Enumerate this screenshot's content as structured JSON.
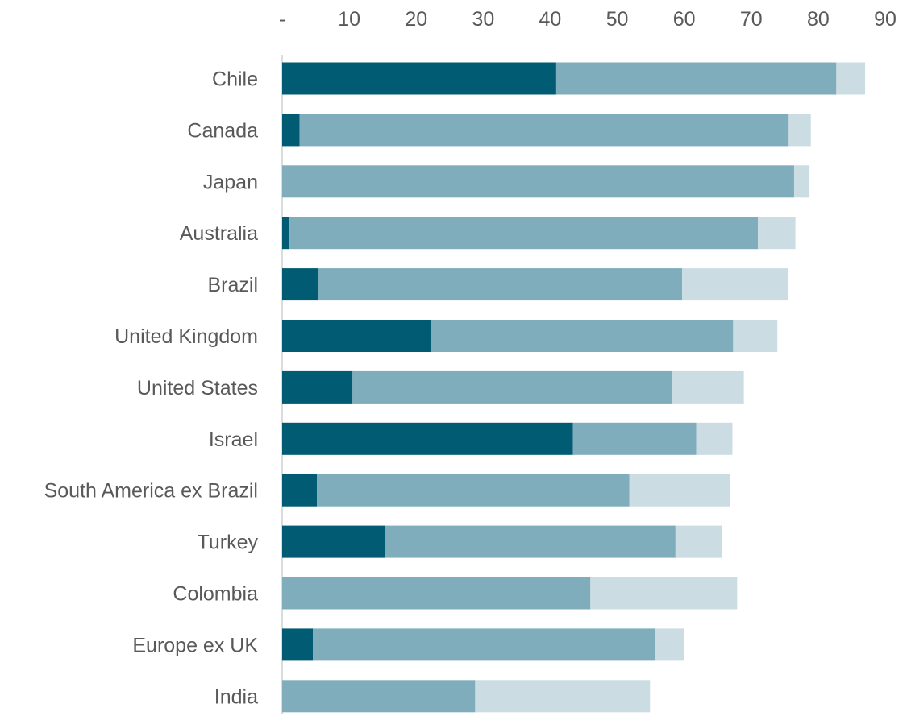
{
  "chart_data": {
    "type": "bar",
    "orientation": "horizontal",
    "stacked": true,
    "title": "",
    "xlabel": "",
    "ylabel": "",
    "x_ticks": [
      "-",
      "10",
      "20",
      "30",
      "40",
      "50",
      "60",
      "70",
      "80",
      "90"
    ],
    "x_tick_values": [
      0,
      10,
      20,
      30,
      40,
      50,
      60,
      70,
      80,
      90
    ],
    "xlim": [
      0,
      90
    ],
    "x_axis_position": "top",
    "grid": false,
    "legend": "none",
    "categories": [
      "Chile",
      "Canada",
      "Japan",
      "Australia",
      "Brazil",
      "United Kingdom",
      "United States",
      "Israel",
      "South America ex Brazil",
      "Turkey",
      "Colombia",
      "Europe ex UK",
      "India"
    ],
    "series": [
      {
        "values": [
          40.9,
          2.6,
          0,
          1.1,
          5.4,
          22.2,
          10.5,
          43.4,
          5.2,
          15.4,
          0,
          4.6,
          0
        ],
        "color": "#015b73"
      },
      {
        "values": [
          41.8,
          73.0,
          76.4,
          69.9,
          54.3,
          45.1,
          47.7,
          18.4,
          46.6,
          43.3,
          46.0,
          51.0,
          28.8
        ],
        "color": "#7fadbb"
      },
      {
        "values": [
          4.3,
          3.3,
          2.3,
          5.6,
          15.8,
          6.6,
          10.7,
          5.4,
          15.0,
          6.9,
          21.9,
          4.4,
          26.1
        ],
        "color": "#cbdce3"
      }
    ]
  }
}
